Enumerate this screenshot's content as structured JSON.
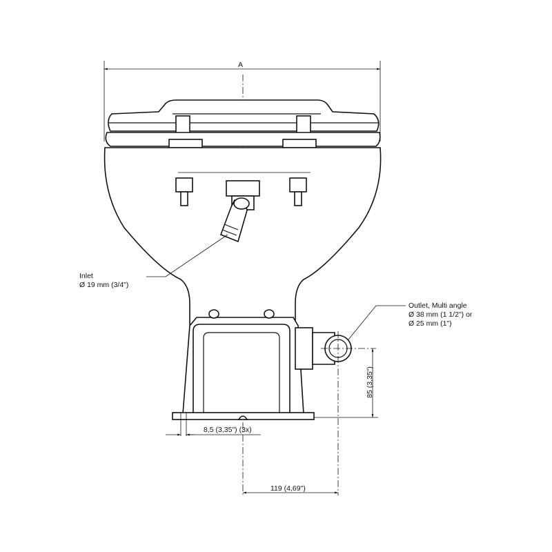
{
  "dimensions": {
    "overall_width_label": "A",
    "outlet_height": "85  (3,35\")",
    "foot_offset": "8,5  (3,35\") (3x)",
    "outlet_offset": "119  (4,69\")"
  },
  "callouts": {
    "inlet": {
      "title": "Inlet",
      "size": "Ø 19 mm (3/4\")"
    },
    "outlet": {
      "title": "Outlet, Multi angle",
      "size_1": "Ø 38 mm (1 1/2\") or",
      "size_2": "Ø 25 mm (1\")"
    }
  }
}
